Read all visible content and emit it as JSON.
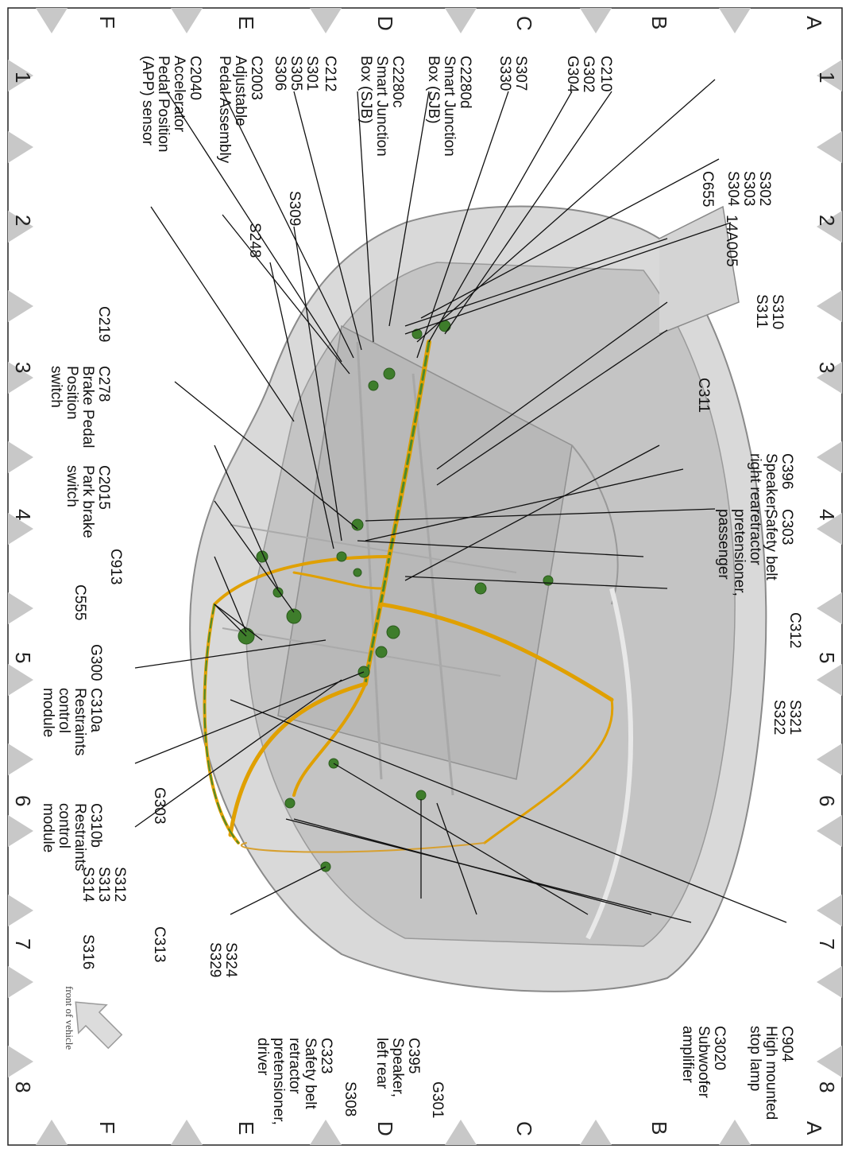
{
  "grid": {
    "columns": [
      "1",
      "2",
      "3",
      "4",
      "5",
      "6",
      "7",
      "8"
    ],
    "rows": [
      "A",
      "B",
      "C",
      "D",
      "E",
      "F"
    ]
  },
  "front_of_vehicle": "front of vehicle",
  "callouts": {
    "c210": "C210",
    "g302_g304": "G302\nG304",
    "s307_s330": "S307\nS330",
    "c2280d": "C2280d\nSmart Junction\nBox (SJB)",
    "c2280c": "C2280c\nSmart Junction\nBox (SJB)",
    "c212": "C212",
    "s301_s305_s306": "S301\nS305\nS306",
    "c2003": "C2003\nAdjustable\nPedal Assembly",
    "c2040": "C2040\nAccelerator\nPedal Position\n(APP) sensor",
    "s302_s303_s304": "S302\nS303\nS304",
    "c655": "C655",
    "s309": "S309",
    "s248": "S248",
    "c219": "C219",
    "s14a005": "14A005",
    "s310_s311": "S310\nS311",
    "c278": "C278\nBrake Pedal\nPosition\nswitch",
    "c311": "C311",
    "c396": "C396\nSpeaker,\nright rear",
    "c303": "C303\nSafety belt\nretractor\npretensioner,\npassenger",
    "c2015": "C2015\nPark brake\nswitch",
    "c913": "C913",
    "c555": "C555",
    "c312": "C312",
    "g300": "G300",
    "c310a": "C310a\nRestraints\ncontrol\nmodule",
    "s321_s322": "S321\nS322",
    "c310b": "C310b\nRestraints\ncontrol\nmodule",
    "g303": "G303",
    "s312_s313_s314": "S312\nS313\nS314",
    "s316": "S316",
    "c313": "C313",
    "s324_s329": "S324\nS329",
    "c323": "C323\nSafety belt\nretractor\npretensioner,\ndriver",
    "s308": "S308",
    "c395": "C395\nSpeaker,\nleft rear",
    "g301": "G301",
    "c3020": "C3020\nSubwoofer\namplifier",
    "c904": "C904\nHigh mounted\nstop lamp"
  }
}
